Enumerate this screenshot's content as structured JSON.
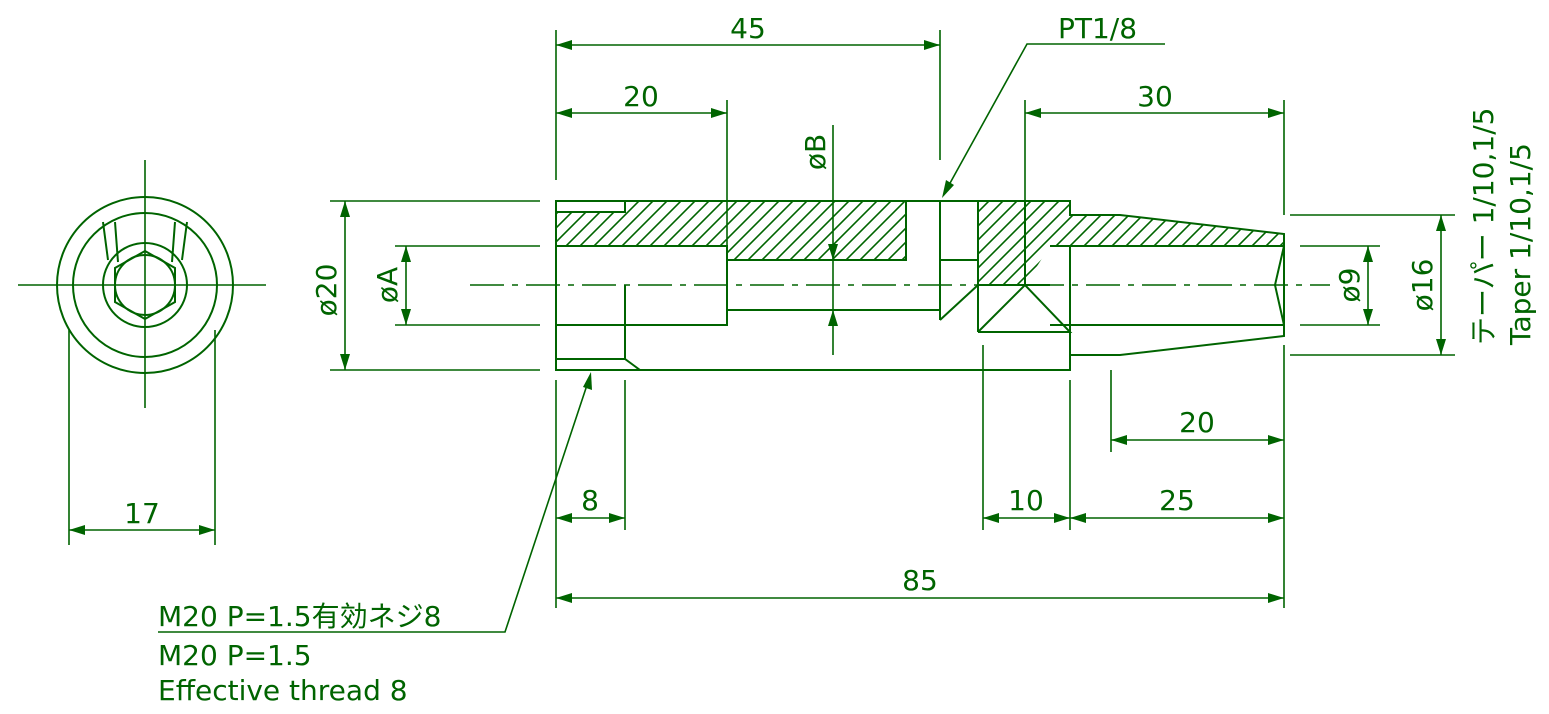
{
  "colors": {
    "line": "#006400",
    "background": "#ffffff"
  },
  "end_view": {
    "width_dim": "17"
  },
  "dims": {
    "top_overall": "45",
    "top_inner": "20",
    "top_right": "30",
    "pt_label": "PT1/8",
    "dia_b": "øB",
    "dia_20": "ø20",
    "dia_a": "øA",
    "dia_9": "ø9",
    "dia_16": "ø16",
    "bottom_right_20": "20",
    "bottom_8": "8",
    "bottom_10": "10",
    "bottom_25": "25",
    "bottom_overall": "85"
  },
  "taper": {
    "jp": "テーパー 1/10,1/5",
    "en": "Taper 1/10,1/5"
  },
  "thread_note": {
    "line1": "M20 P=1.5有効ネジ8",
    "line2": "M20 P=1.5",
    "line3": "Effective thread 8"
  }
}
